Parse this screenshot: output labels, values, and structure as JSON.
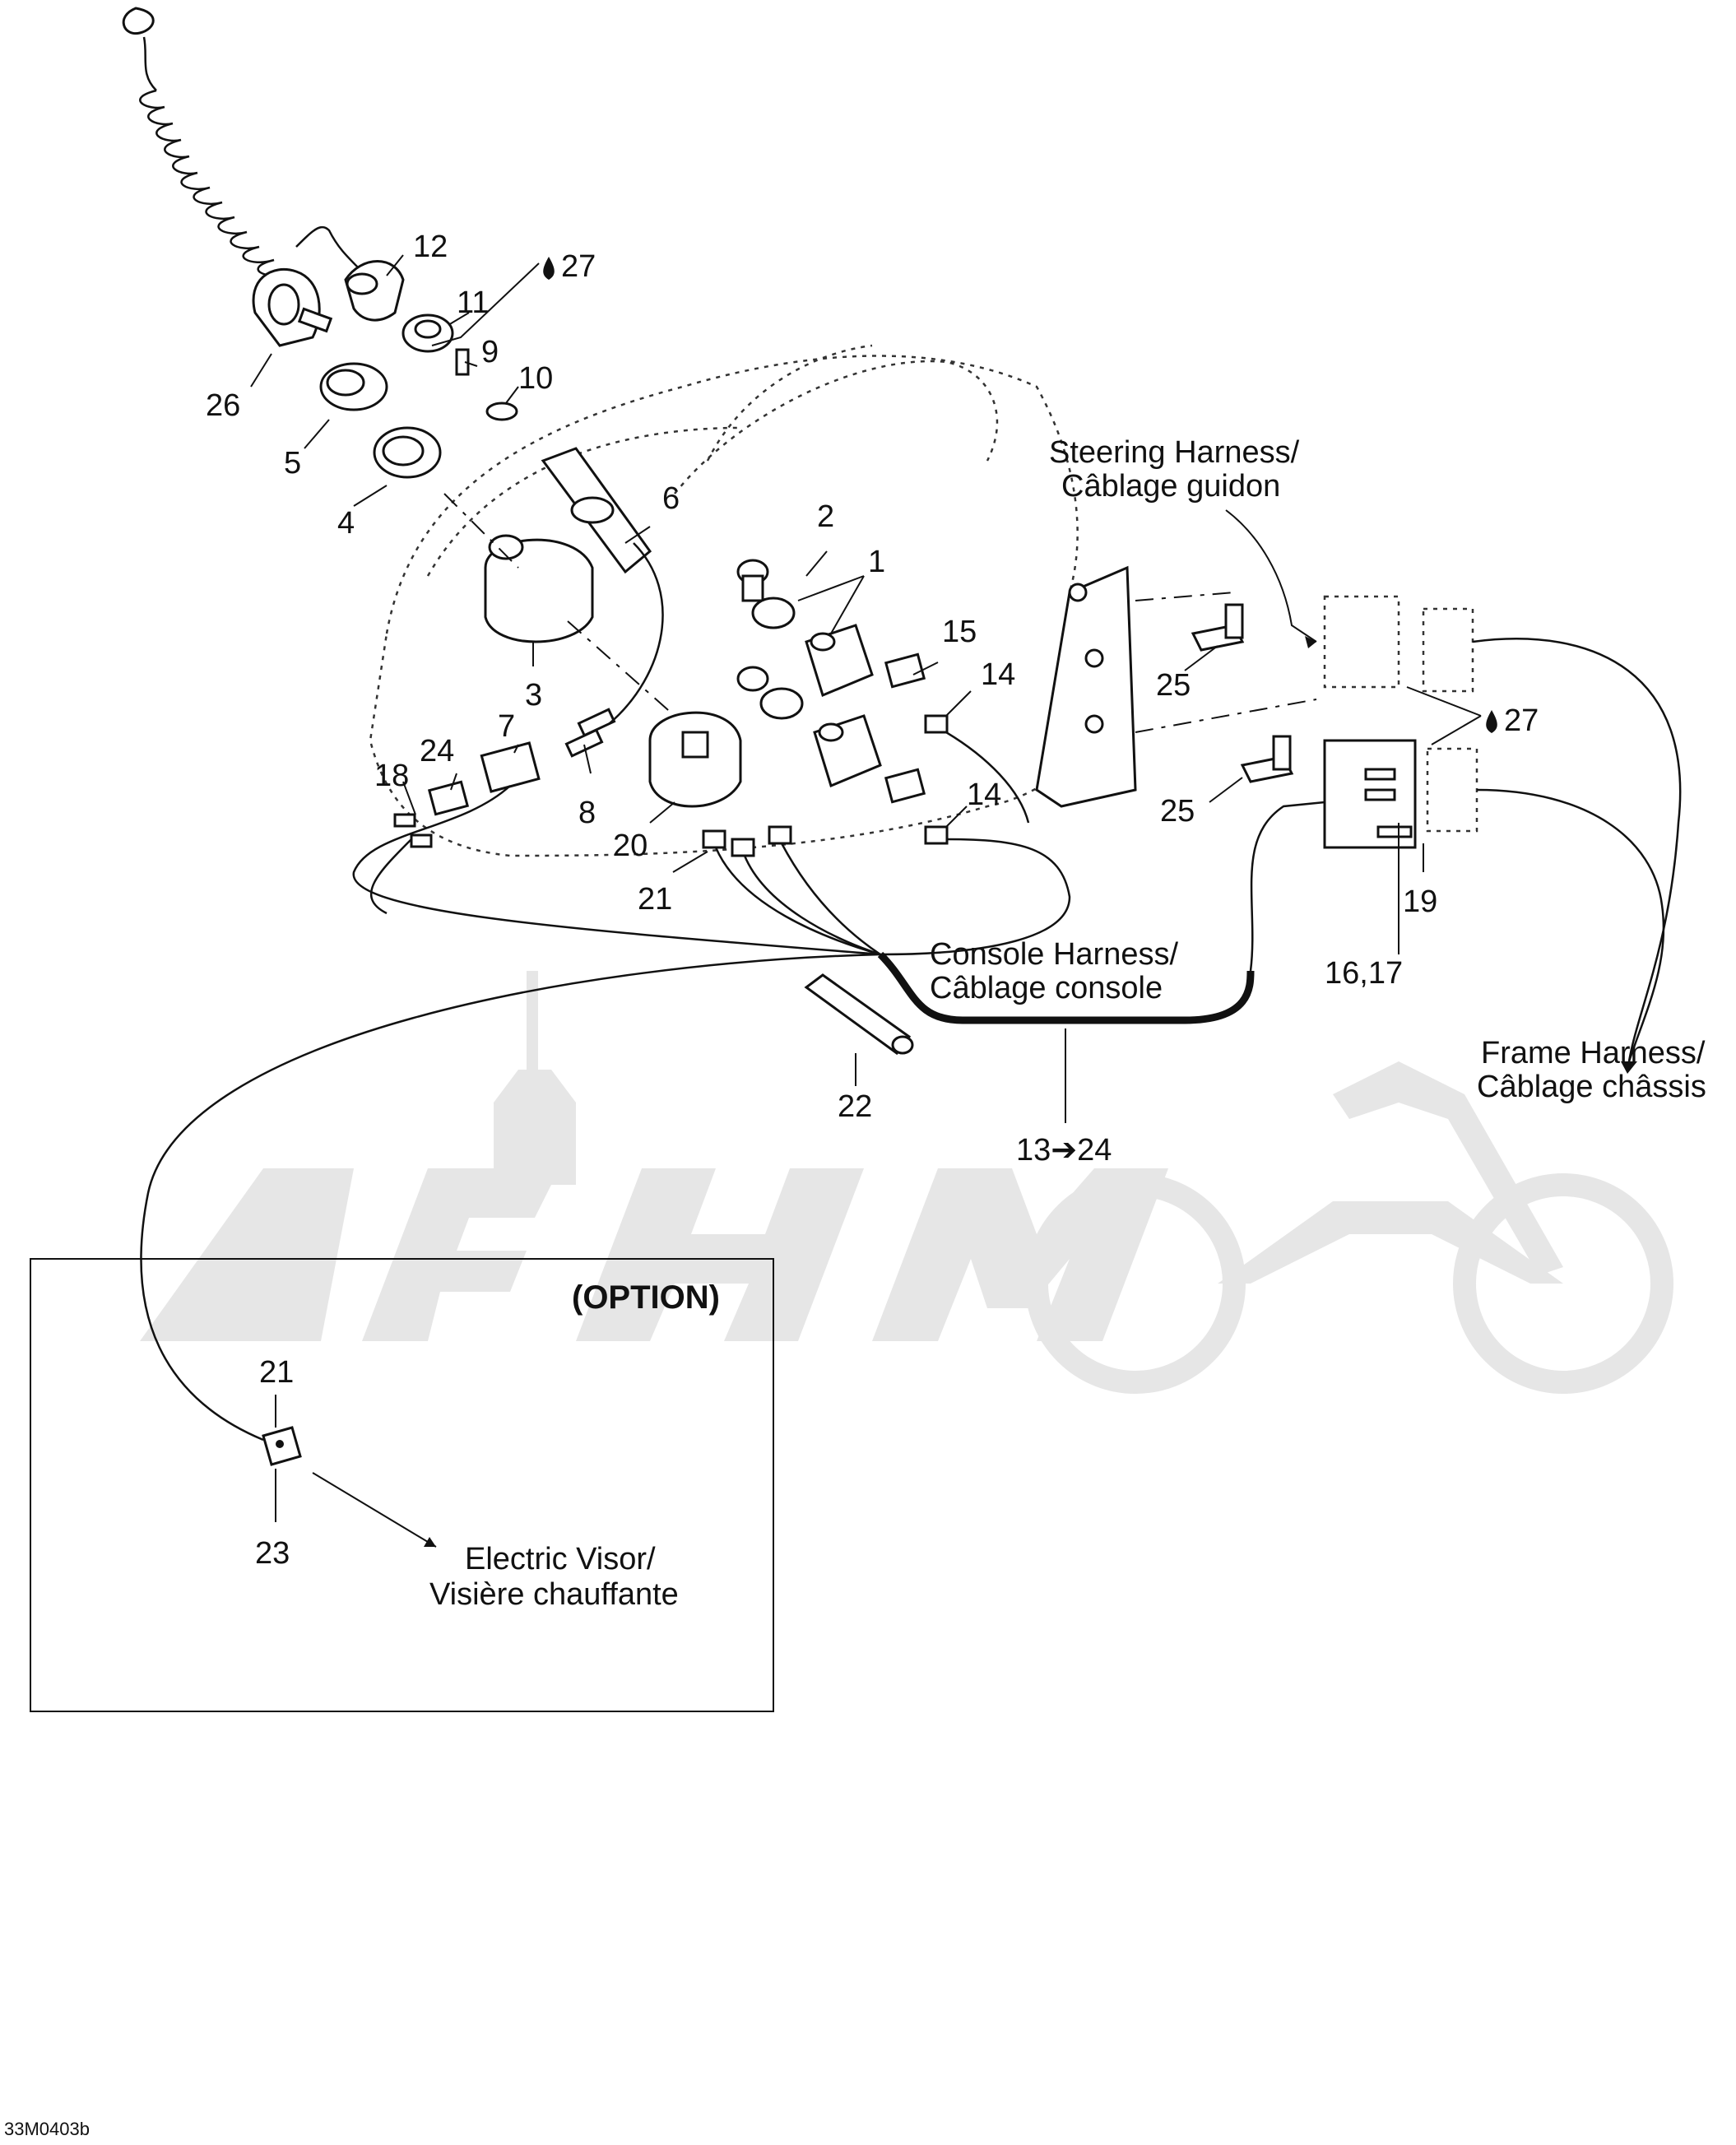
{
  "callouts": {
    "c1": "1",
    "c2": "2",
    "c3": "3",
    "c4": "4",
    "c5": "5",
    "c6": "6",
    "c7": "7",
    "c8": "8",
    "c9": "9",
    "c10": "10",
    "c11": "11",
    "c12": "12",
    "c14a": "14",
    "c14b": "14",
    "c15": "15",
    "c1617": "16,17",
    "c18": "18",
    "c19": "19",
    "c20": "20",
    "c21a": "21",
    "c21b": "21",
    "c22": "22",
    "c23": "23",
    "c24": "24",
    "c25a": "25",
    "c25b": "25",
    "c26": "26",
    "c27a": "27",
    "c27b": "27",
    "c1324": "13➔24"
  },
  "captions": {
    "steering_1": "Steering Harness/",
    "steering_2": "Câblage guidon",
    "console_1": "Console Harness/",
    "console_2": "Câblage console",
    "frame_1": "Frame Harness/",
    "frame_2": "Câblage châssis",
    "visor_1": "Electric Visor/",
    "visor_2": "Visière chauffante"
  },
  "option_box": {
    "title": "(OPTION)"
  },
  "figure_code": "33M0403b",
  "icons": {
    "lubricant": "oil-drop-icon"
  }
}
